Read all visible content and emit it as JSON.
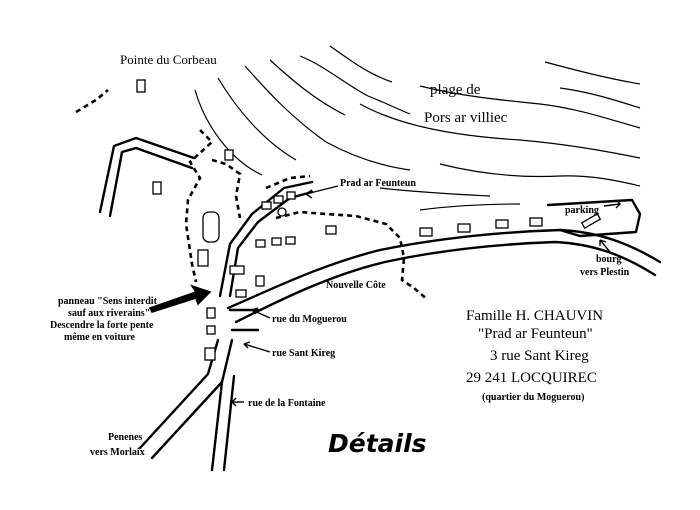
{
  "map": {
    "places": {
      "pointe": "Pointe du Corbeau",
      "plage_line1": "plage  de",
      "plage_line2": "Pors ar villiec",
      "prad": "Prad ar Feunteun",
      "parking": "parking",
      "bourg_line1": "bourg",
      "bourg_line2": "vers Plestin",
      "nouvelle_cote": "Nouvelle Côte",
      "panneau_line1": "panneau \"Sens interdit",
      "panneau_line2": "sauf aux riverains\"",
      "panneau_line3": "Descendre la forte pente",
      "panneau_line4": "même en voiture",
      "moguerou": "rue du Moguerou",
      "sant_kireg": "rue Sant Kireg",
      "fontaine": "rue de la Fontaine",
      "penenes_line1": "Penenes",
      "penenes_line2": "vers Morlaix"
    },
    "address": {
      "line1": "Famille H. CHAUVIN",
      "line2": "\"Prad ar Feunteun\"",
      "line3": "3 rue Sant Kireg",
      "line4": "29 241  LOCQUIREC",
      "line5": "(quartier du Moguerou)"
    },
    "title": "Détails"
  }
}
